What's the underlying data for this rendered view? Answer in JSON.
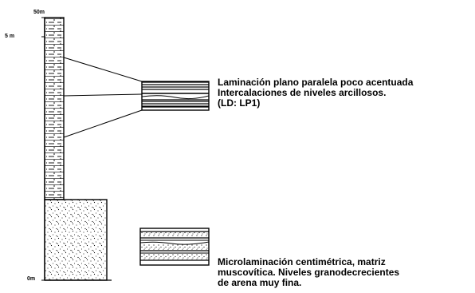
{
  "scale": {
    "top_label": "50m",
    "mid_label": "5 m",
    "bottom_label": "0m"
  },
  "annotations": {
    "upper": {
      "line1": "Laminación plano paralela poco acentuada",
      "line2": "Intercalaciones de niveles arcillosos.",
      "line3": "(LD: LP1)"
    },
    "lower": {
      "line1": "Microlaminación centimétrica, matriz",
      "line2": "muscovítica. Niveles granodecrecientes",
      "line3": "de arena muy fina."
    }
  },
  "colors": {
    "ink": "#000000",
    "paper": "#ffffff"
  }
}
